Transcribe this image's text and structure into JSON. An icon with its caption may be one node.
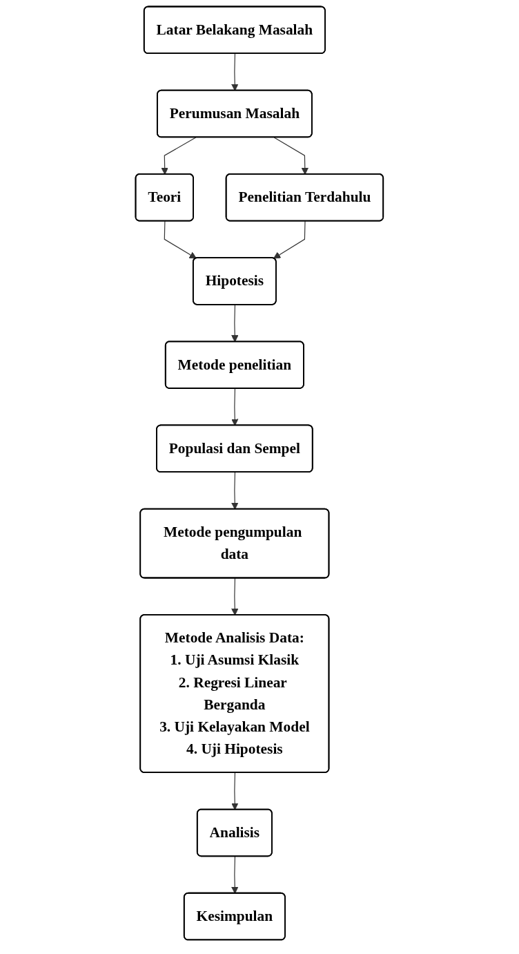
{
  "diagram": {
    "nodes": [
      {
        "text": [
          "Latar Belakang Masalah"
        ]
      },
      {
        "text": [
          "Perumusan Masalah"
        ]
      },
      {
        "text": [
          "Teori"
        ]
      },
      {
        "text": [
          "Penelitian Terdahulu"
        ]
      },
      {
        "text": [
          "Hipotesis"
        ]
      },
      {
        "text": [
          "Metode penelitian"
        ]
      },
      {
        "text": [
          "Populasi dan Sempel"
        ]
      },
      {
        "text": [
          "Metode pengumpulan data"
        ]
      },
      {
        "text": [
          "Metode Analisis Data:",
          "1. Uji Asumsi Klasik",
          "2. Regresi Linear Berganda",
          "3. Uji Kelayakan Model",
          "4. Uji Hipotesis"
        ]
      },
      {
        "text": [
          "Analisis"
        ]
      },
      {
        "text": [
          "Kesimpulan"
        ]
      }
    ],
    "edges": [
      {
        "from": 0,
        "to": 1,
        "arrow": "to"
      },
      {
        "from": 1,
        "to": 2,
        "arrow": "to"
      },
      {
        "from": 1,
        "to": 3,
        "arrow": "to"
      },
      {
        "from": 2,
        "to": 4,
        "arrow": "to"
      },
      {
        "from": 3,
        "to": 4,
        "arrow": "to"
      },
      {
        "from": 4,
        "to": 5,
        "arrow": "to"
      },
      {
        "from": 5,
        "to": 6,
        "arrow": "to"
      },
      {
        "from": 6,
        "to": 7,
        "arrow": "to"
      },
      {
        "from": 7,
        "to": 8,
        "arrow": "to"
      },
      {
        "from": 8,
        "to": 9,
        "arrow": "to"
      },
      {
        "from": 9,
        "to": 10,
        "arrow": "to"
      }
    ]
  }
}
